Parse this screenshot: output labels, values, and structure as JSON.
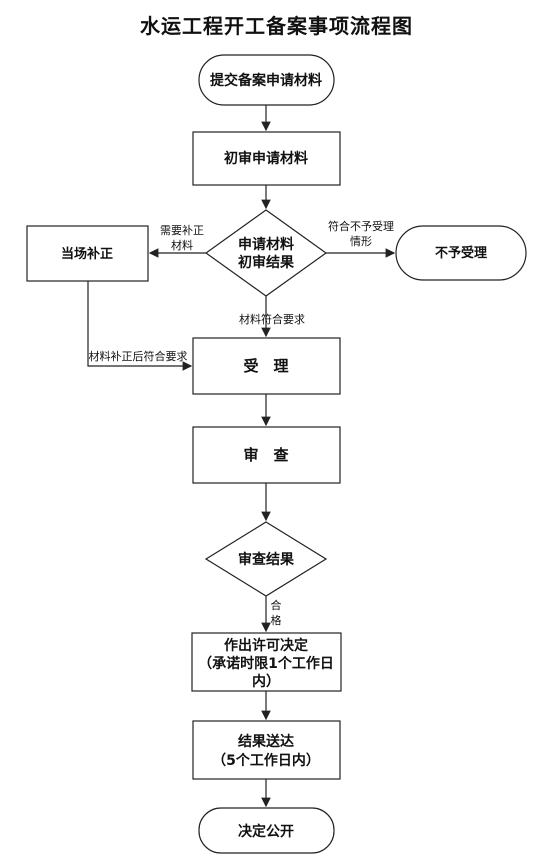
{
  "title": "水运工程开工备案事项流程图",
  "nodes": {
    "start": "提交备案申请材料",
    "initial_review": "初审申请材料",
    "decision_initial": [
      "申请材料",
      "初审结果"
    ],
    "on_site_correction": "当场补正",
    "reject": "不予受理",
    "accept": "受　理",
    "review": "审　查",
    "decision_review": "审查结果",
    "permit_decision": [
      "作出许可决定",
      "（承诺时限1个工作日",
      "内）"
    ],
    "delivery": [
      "结果送达",
      "（5个工作日内）"
    ],
    "publish": "决定公开"
  },
  "edges": {
    "need_correction": [
      "需要补正",
      "材料"
    ],
    "not_accept": [
      "符合不予受理",
      "情形"
    ],
    "meets_requirements": "材料符合要求",
    "after_correction": "材料补正后符合要求",
    "qualified": [
      "合",
      "格"
    ]
  }
}
